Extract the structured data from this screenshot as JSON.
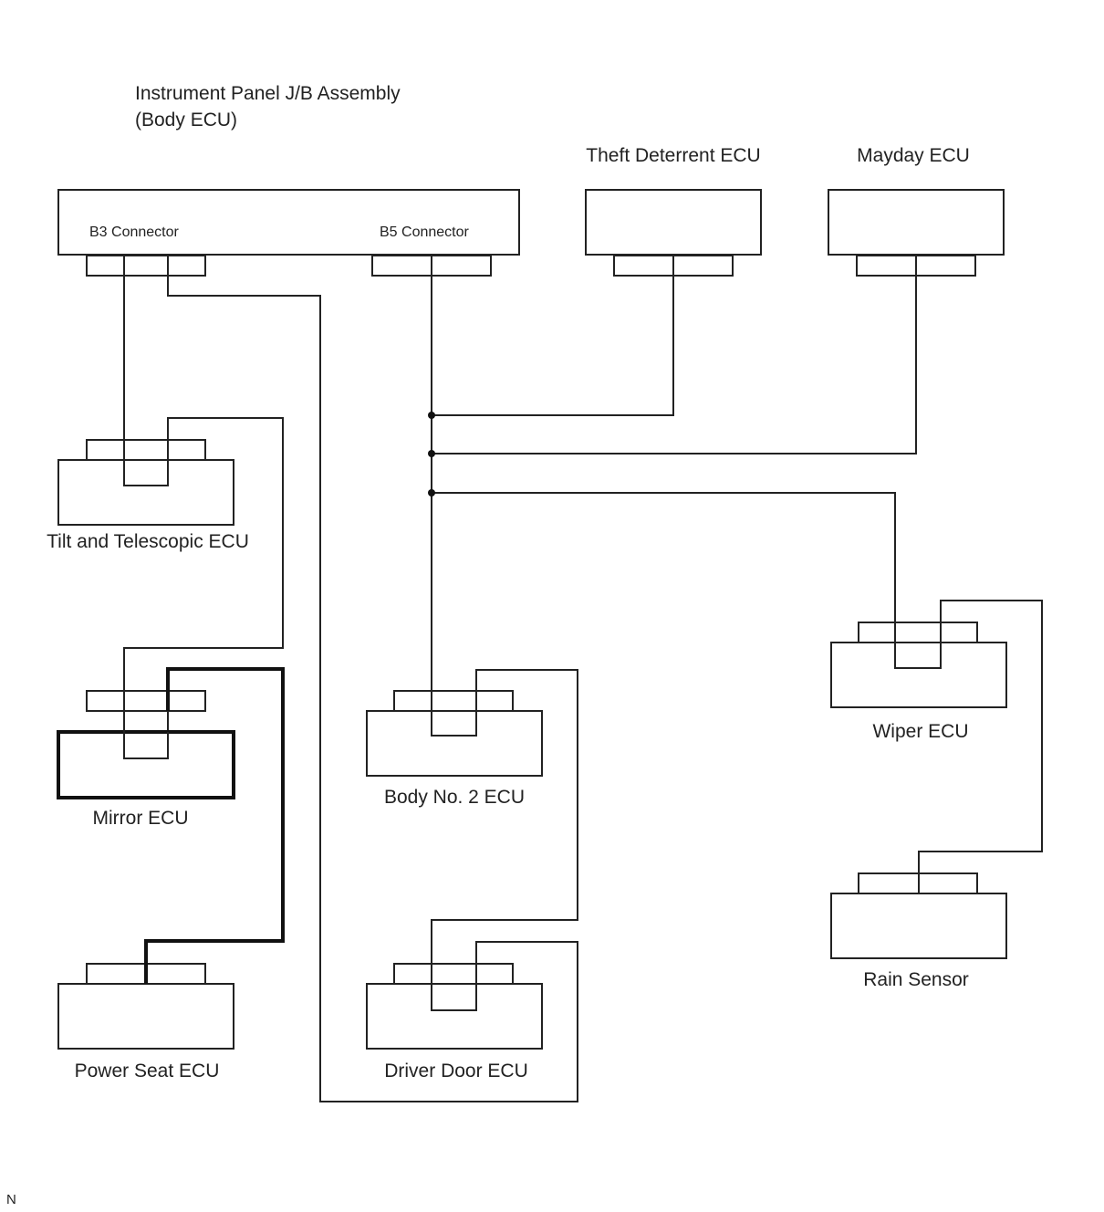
{
  "labels": {
    "body_ecu_line1": "Instrument Panel J/B Assembly",
    "body_ecu_line2": "(Body ECU)",
    "b3_connector": "B3 Connector",
    "b5_connector": "B5 Connector",
    "theft_deterrent_ecu": "Theft Deterrent ECU",
    "mayday_ecu": "Mayday ECU",
    "tilt_telescopic_ecu": "Tilt and Telescopic ECU",
    "mirror_ecu": "Mirror ECU",
    "power_seat_ecu": "Power Seat ECU",
    "body_no2_ecu": "Body No. 2 ECU",
    "driver_door_ecu": "Driver Door ECU",
    "wiper_ecu": "Wiper ECU",
    "rain_sensor": "Rain Sensor",
    "corner_mark": "N"
  }
}
